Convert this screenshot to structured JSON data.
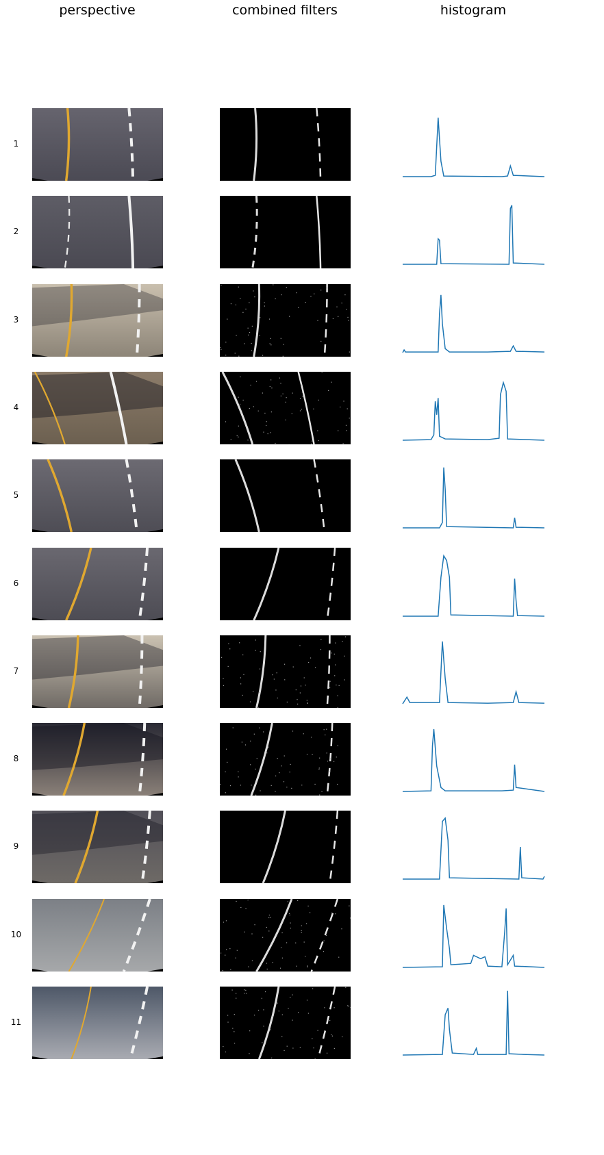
{
  "columns": [
    "perspective",
    "combined filters",
    "histogram"
  ],
  "rows": [
    {
      "label": "1",
      "scene": {
        "tone": "dark",
        "bg": [
          "#66646e",
          "#4b4a54"
        ],
        "yellow": {
          "x0": 0.27,
          "x1": 0.26,
          "w": 0.03
        },
        "white": {
          "x0": 0.74,
          "x1": 0.77,
          "dashed": true
        },
        "shadow": 0.0
      },
      "hist": [
        [
          0,
          0.02
        ],
        [
          0.2,
          0.02
        ],
        [
          0.23,
          0.04
        ],
        [
          0.25,
          0.9
        ],
        [
          0.27,
          0.25
        ],
        [
          0.29,
          0.03
        ],
        [
          0.7,
          0.02
        ],
        [
          0.74,
          0.03
        ],
        [
          0.76,
          0.18
        ],
        [
          0.78,
          0.04
        ],
        [
          1.0,
          0.02
        ]
      ]
    },
    {
      "label": "2",
      "scene": {
        "tone": "dark",
        "bg": [
          "#5e5d66",
          "#4a4952"
        ],
        "yellow": {
          "x0": 0.28,
          "x1": 0.25,
          "w": 0.02,
          "white": true,
          "dashed": true
        },
        "white": {
          "x0": 0.74,
          "x1": 0.77,
          "dashed": false
        },
        "shadow": 0.0
      },
      "hist": [
        [
          0,
          0.02
        ],
        [
          0.24,
          0.02
        ],
        [
          0.25,
          0.4
        ],
        [
          0.26,
          0.38
        ],
        [
          0.27,
          0.03
        ],
        [
          0.75,
          0.02
        ],
        [
          0.76,
          0.85
        ],
        [
          0.77,
          0.9
        ],
        [
          0.78,
          0.04
        ],
        [
          1.0,
          0.02
        ]
      ]
    },
    {
      "label": "3",
      "scene": {
        "tone": "bright",
        "bg": [
          "#c9bfae",
          "#8d8578"
        ],
        "yellow": {
          "x0": 0.3,
          "x1": 0.26,
          "w": 0.03
        },
        "white": {
          "x0": 0.82,
          "x1": 0.8,
          "dashed": true
        },
        "shadow": 0.15
      },
      "hist": [
        [
          0,
          0.02
        ],
        [
          0.01,
          0.06
        ],
        [
          0.02,
          0.03
        ],
        [
          0.25,
          0.03
        ],
        [
          0.26,
          0.6
        ],
        [
          0.27,
          0.88
        ],
        [
          0.28,
          0.45
        ],
        [
          0.3,
          0.08
        ],
        [
          0.33,
          0.03
        ],
        [
          0.6,
          0.03
        ],
        [
          0.76,
          0.04
        ],
        [
          0.78,
          0.12
        ],
        [
          0.8,
          0.04
        ],
        [
          1.0,
          0.03
        ]
      ]
    },
    {
      "label": "4",
      "scene": {
        "tone": "brown",
        "bg": [
          "#8c7c6a",
          "#6c6050"
        ],
        "yellow": {
          "x0": 0.02,
          "x1": 0.25,
          "w": 0.02
        },
        "white": {
          "x0": 0.6,
          "x1": 0.72,
          "dashed": false
        },
        "shadow": 0.45
      },
      "hist": [
        [
          0,
          0.02
        ],
        [
          0.2,
          0.03
        ],
        [
          0.22,
          0.1
        ],
        [
          0.23,
          0.6
        ],
        [
          0.24,
          0.4
        ],
        [
          0.25,
          0.65
        ],
        [
          0.26,
          0.08
        ],
        [
          0.3,
          0.04
        ],
        [
          0.6,
          0.03
        ],
        [
          0.68,
          0.05
        ],
        [
          0.69,
          0.7
        ],
        [
          0.71,
          0.88
        ],
        [
          0.73,
          0.75
        ],
        [
          0.74,
          0.04
        ],
        [
          1.0,
          0.02
        ]
      ]
    },
    {
      "label": "5",
      "scene": {
        "tone": "dark",
        "bg": [
          "#6c6a72",
          "#4e4d55"
        ],
        "yellow": {
          "x0": 0.12,
          "x1": 0.3,
          "w": 0.03
        },
        "white": {
          "x0": 0.72,
          "x1": 0.8,
          "dashed": true
        },
        "shadow": 0.0
      },
      "hist": [
        [
          0,
          0.02
        ],
        [
          0.26,
          0.02
        ],
        [
          0.28,
          0.1
        ],
        [
          0.29,
          0.92
        ],
        [
          0.3,
          0.6
        ],
        [
          0.31,
          0.04
        ],
        [
          0.78,
          0.02
        ],
        [
          0.79,
          0.17
        ],
        [
          0.8,
          0.03
        ],
        [
          1.0,
          0.02
        ]
      ]
    },
    {
      "label": "6",
      "scene": {
        "tone": "dark",
        "bg": [
          "#6a6870",
          "#4d4c54"
        ],
        "yellow": {
          "x0": 0.45,
          "x1": 0.26,
          "w": 0.03
        },
        "white": {
          "x0": 0.88,
          "x1": 0.82,
          "dashed": true
        },
        "shadow": 0.0
      },
      "hist": [
        [
          0,
          0.02
        ],
        [
          0.25,
          0.02
        ],
        [
          0.27,
          0.6
        ],
        [
          0.29,
          0.92
        ],
        [
          0.31,
          0.85
        ],
        [
          0.33,
          0.6
        ],
        [
          0.34,
          0.04
        ],
        [
          0.78,
          0.02
        ],
        [
          0.79,
          0.58
        ],
        [
          0.8,
          0.25
        ],
        [
          0.81,
          0.03
        ],
        [
          1.0,
          0.02
        ]
      ]
    },
    {
      "label": "7",
      "scene": {
        "tone": "bright",
        "bg": [
          "#cbc2b2",
          "#6f6a65"
        ],
        "yellow": {
          "x0": 0.35,
          "x1": 0.28,
          "w": 0.03
        },
        "white": {
          "x0": 0.84,
          "x1": 0.82,
          "dashed": true
        },
        "shadow": 0.3
      },
      "hist": [
        [
          0,
          0.02
        ],
        [
          0.03,
          0.12
        ],
        [
          0.05,
          0.04
        ],
        [
          0.26,
          0.04
        ],
        [
          0.27,
          0.5
        ],
        [
          0.28,
          0.95
        ],
        [
          0.3,
          0.4
        ],
        [
          0.32,
          0.04
        ],
        [
          0.6,
          0.03
        ],
        [
          0.78,
          0.04
        ],
        [
          0.8,
          0.2
        ],
        [
          0.82,
          0.04
        ],
        [
          1.0,
          0.03
        ]
      ]
    },
    {
      "label": "8",
      "scene": {
        "tone": "night",
        "bg": [
          "#2a2a34",
          "#8a8078"
        ],
        "yellow": {
          "x0": 0.4,
          "x1": 0.24,
          "w": 0.03
        },
        "white": {
          "x0": 0.86,
          "x1": 0.82,
          "dashed": true
        },
        "shadow": 0.5
      },
      "hist": [
        [
          0,
          0.02
        ],
        [
          0.2,
          0.03
        ],
        [
          0.21,
          0.7
        ],
        [
          0.22,
          0.95
        ],
        [
          0.24,
          0.4
        ],
        [
          0.27,
          0.08
        ],
        [
          0.3,
          0.03
        ],
        [
          0.7,
          0.03
        ],
        [
          0.78,
          0.04
        ],
        [
          0.79,
          0.42
        ],
        [
          0.8,
          0.08
        ],
        [
          1.0,
          0.02
        ]
      ]
    },
    {
      "label": "9",
      "scene": {
        "tone": "dark",
        "bg": [
          "#514f58",
          "#6e6a66"
        ],
        "yellow": {
          "x0": 0.5,
          "x1": 0.33,
          "w": 0.03
        },
        "white": {
          "x0": 0.9,
          "x1": 0.84,
          "dashed": true
        },
        "shadow": 0.3
      },
      "hist": [
        [
          0,
          0.02
        ],
        [
          0.26,
          0.02
        ],
        [
          0.28,
          0.88
        ],
        [
          0.3,
          0.93
        ],
        [
          0.32,
          0.6
        ],
        [
          0.33,
          0.04
        ],
        [
          0.82,
          0.02
        ],
        [
          0.83,
          0.5
        ],
        [
          0.84,
          0.04
        ],
        [
          0.99,
          0.02
        ],
        [
          1.0,
          0.06
        ]
      ]
    },
    {
      "label": "10",
      "scene": {
        "tone": "curve",
        "bg": [
          "#7c8086",
          "#a6a8aa"
        ],
        "yellow": {
          "x0": 0.55,
          "x1": 0.28,
          "w": 0.015
        },
        "white": {
          "x0": 0.9,
          "x1": 0.7,
          "dashed": true
        },
        "shadow": 0.0
      },
      "hist": [
        [
          0,
          0.02
        ],
        [
          0.28,
          0.03
        ],
        [
          0.29,
          0.95
        ],
        [
          0.31,
          0.6
        ],
        [
          0.33,
          0.3
        ],
        [
          0.34,
          0.06
        ],
        [
          0.48,
          0.08
        ],
        [
          0.5,
          0.2
        ],
        [
          0.55,
          0.15
        ],
        [
          0.58,
          0.18
        ],
        [
          0.6,
          0.04
        ],
        [
          0.7,
          0.03
        ],
        [
          0.72,
          0.55
        ],
        [
          0.73,
          0.9
        ],
        [
          0.74,
          0.06
        ],
        [
          0.78,
          0.2
        ],
        [
          0.79,
          0.04
        ],
        [
          1.0,
          0.02
        ]
      ]
    },
    {
      "label": "11",
      "scene": {
        "tone": "curve2",
        "bg": [
          "#4e5868",
          "#a9abb2"
        ],
        "yellow": {
          "x0": 0.45,
          "x1": 0.3,
          "w": 0.015
        },
        "white": {
          "x0": 0.88,
          "x1": 0.75,
          "dashed": true
        },
        "shadow": 0.0
      },
      "hist": [
        [
          0,
          0.02
        ],
        [
          0.28,
          0.03
        ],
        [
          0.3,
          0.62
        ],
        [
          0.32,
          0.72
        ],
        [
          0.33,
          0.4
        ],
        [
          0.35,
          0.05
        ],
        [
          0.5,
          0.03
        ],
        [
          0.52,
          0.12
        ],
        [
          0.53,
          0.03
        ],
        [
          0.73,
          0.03
        ],
        [
          0.74,
          0.98
        ],
        [
          0.75,
          0.04
        ],
        [
          0.85,
          0.03
        ],
        [
          1.0,
          0.02
        ]
      ]
    }
  ],
  "colors": {
    "hist_line": "#1f77b4"
  }
}
